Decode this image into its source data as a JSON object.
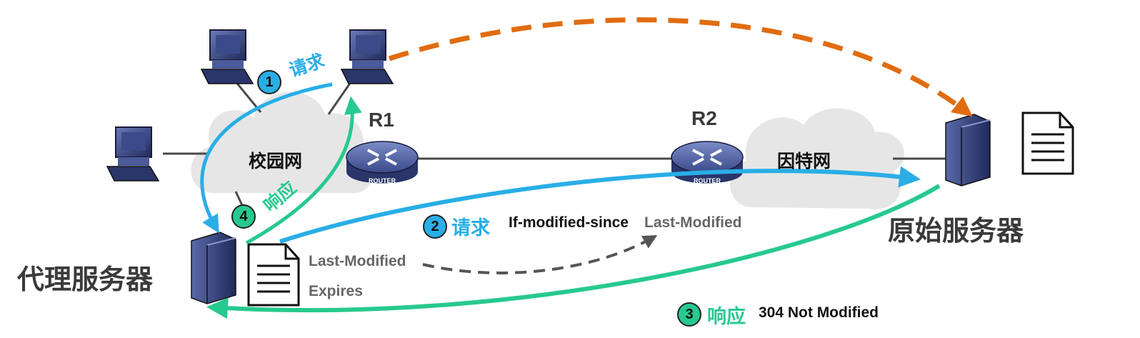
{
  "labels": {
    "campus_net": "校园网",
    "internet": "因特网",
    "proxy_server": "代理服务器",
    "origin_server": "原始服务器",
    "r1": "R1",
    "r2": "R2",
    "router_text": "ROUTER"
  },
  "steps": [
    {
      "num": "1",
      "text": "请求",
      "detail": ""
    },
    {
      "num": "2",
      "text": "请求",
      "detail": "If-modified-since",
      "detail2": "Last-Modified"
    },
    {
      "num": "3",
      "text": "响应",
      "detail": "304 Not Modified"
    },
    {
      "num": "4",
      "text": "响应",
      "detail": ""
    }
  ],
  "proxy_doc_fields": [
    "Last-Modified",
    "Expires"
  ],
  "colors": {
    "request_blue": "#29aee6",
    "response_green": "#27c98f",
    "origin_orange": "#e06c10",
    "dark_text": "#3a3a3a",
    "grey_text": "#666666",
    "cloud": "#e6e6e6",
    "router": "#4a5a9a"
  },
  "icons": [
    "computer-icon",
    "router-icon",
    "server-icon",
    "document-icon",
    "cloud-icon"
  ]
}
